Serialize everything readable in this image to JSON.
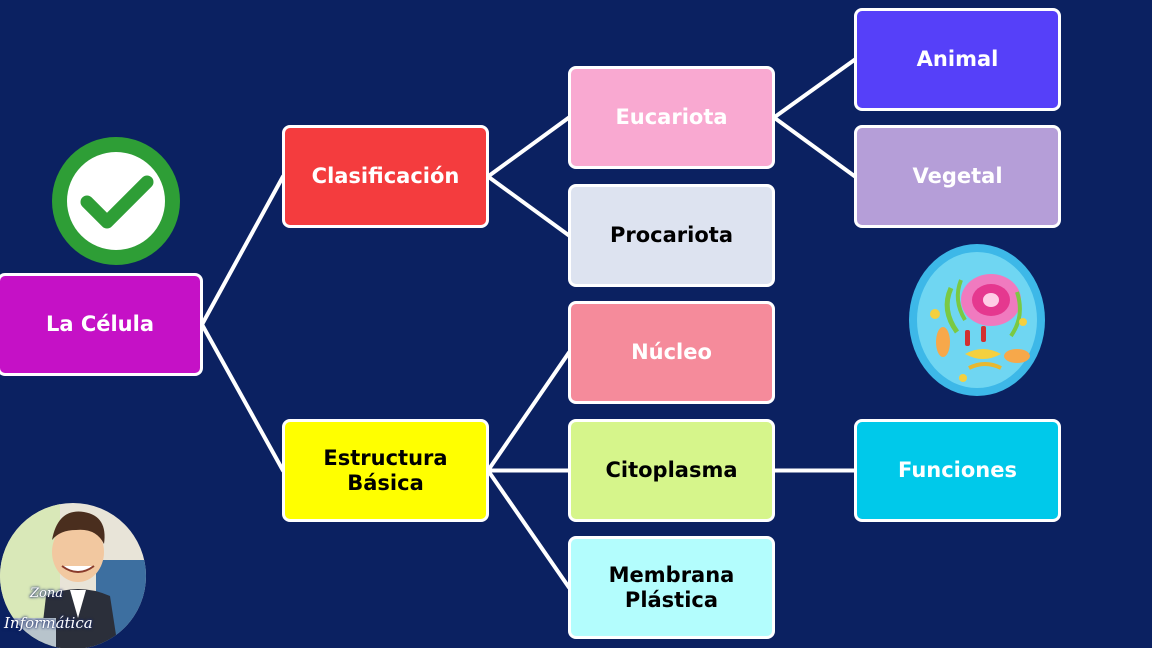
{
  "diagram": {
    "nodes": {
      "root": {
        "label": "La Célula",
        "color": "#c511c6"
      },
      "classification": {
        "label": "Clasificación",
        "color": "#f43c3e"
      },
      "structure": {
        "label": "Estructura\nBásica",
        "color": "#ffff00"
      },
      "eukaryote": {
        "label": "Eucariota",
        "color": "#f9a9d1"
      },
      "prokaryote": {
        "label": "Procariota",
        "color": "#dde3f0"
      },
      "animal": {
        "label": "Animal",
        "color": "#5640f9"
      },
      "plant": {
        "label": "Vegetal",
        "color": "#b59ed8"
      },
      "nucleus": {
        "label": "Núcleo",
        "color": "#f58b9b"
      },
      "cytoplasm": {
        "label": "Citoplasma",
        "color": "#d6f58b"
      },
      "functions": {
        "label": "Funciones",
        "color": "#00c9ea"
      },
      "membrane": {
        "label": "Membrana\nPlástica",
        "color": "#b3fdfd"
      }
    },
    "edges": [
      [
        "root",
        "classification"
      ],
      [
        "root",
        "structure"
      ],
      [
        "classification",
        "eukaryote"
      ],
      [
        "classification",
        "prokaryote"
      ],
      [
        "eukaryote",
        "animal"
      ],
      [
        "eukaryote",
        "plant"
      ],
      [
        "structure",
        "nucleus"
      ],
      [
        "structure",
        "cytoplasm"
      ],
      [
        "structure",
        "membrane"
      ],
      [
        "cytoplasm",
        "functions"
      ]
    ]
  },
  "colors": {
    "background": "#0b2161",
    "node_border": "#ffffff",
    "connector": "#ffffff",
    "check_badge": "#2e9e36"
  },
  "decorations": {
    "check_icon": "check-circle-icon",
    "cell_icon": "animal-cell-illustration",
    "avatar_text": [
      "Zona",
      "Informática"
    ]
  }
}
